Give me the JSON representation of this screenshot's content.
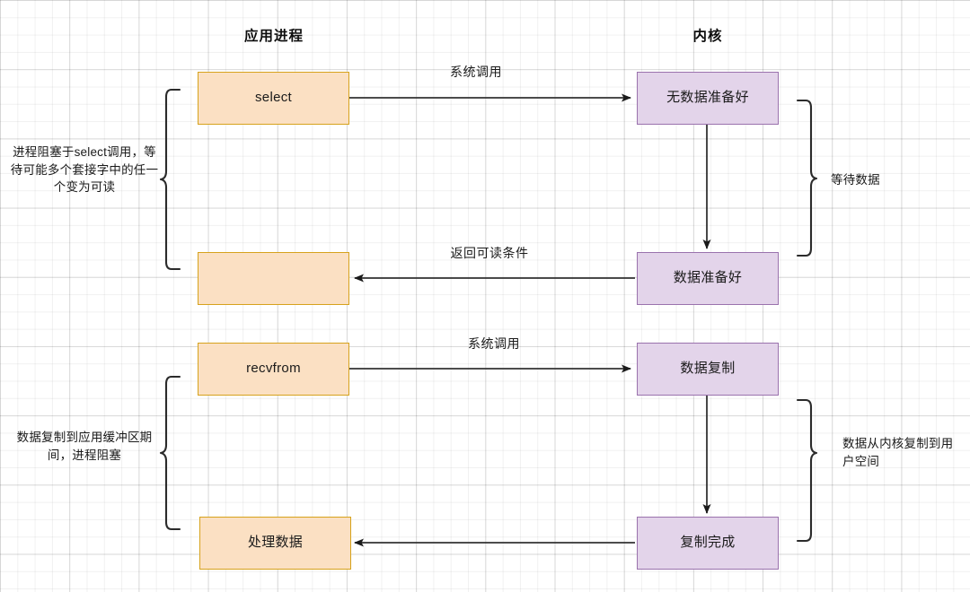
{
  "diagram": {
    "title": "select / recvfrom IO multiplexing flow",
    "columns": [
      {
        "label": "应用进程"
      },
      {
        "label": "内核"
      }
    ],
    "colors": {
      "orange_fill": "#fbe0c3",
      "orange_stroke": "#d6a21c",
      "purple_fill": "#e3d4ea",
      "purple_stroke": "#9a72ad",
      "line": "#333333",
      "grid": "#e8e8e8",
      "text": "#1a1a1a"
    },
    "nodes": [
      {
        "id": "select",
        "label": "select",
        "kind": "orange"
      },
      {
        "id": "app-blocked",
        "label": "",
        "kind": "orange"
      },
      {
        "id": "recvfrom",
        "label": "recvfrom",
        "kind": "orange"
      },
      {
        "id": "process-data",
        "label": "处理数据",
        "kind": "orange"
      },
      {
        "id": "no-data",
        "label": "无数据准备好",
        "kind": "purple"
      },
      {
        "id": "data-ready",
        "label": "数据准备好",
        "kind": "purple"
      },
      {
        "id": "data-copy",
        "label": "数据复制",
        "kind": "purple"
      },
      {
        "id": "copy-done",
        "label": "复制完成",
        "kind": "purple"
      }
    ],
    "edge_labels": [
      {
        "id": "syscall-1",
        "label": "系统调用"
      },
      {
        "id": "return-readable",
        "label": "返回可读条件"
      },
      {
        "id": "syscall-2",
        "label": "系统调用"
      }
    ],
    "annotations": [
      {
        "id": "left-top",
        "label": "进程阻塞于select调用，等待可能多个套接字中的任一个变为可读"
      },
      {
        "id": "left-bottom",
        "label": "数据复制到应用缓冲区期间，进程阻塞"
      },
      {
        "id": "right-top",
        "label": "等待数据"
      },
      {
        "id": "right-bottom",
        "label": "数据从内核复制到用户空间"
      }
    ]
  }
}
